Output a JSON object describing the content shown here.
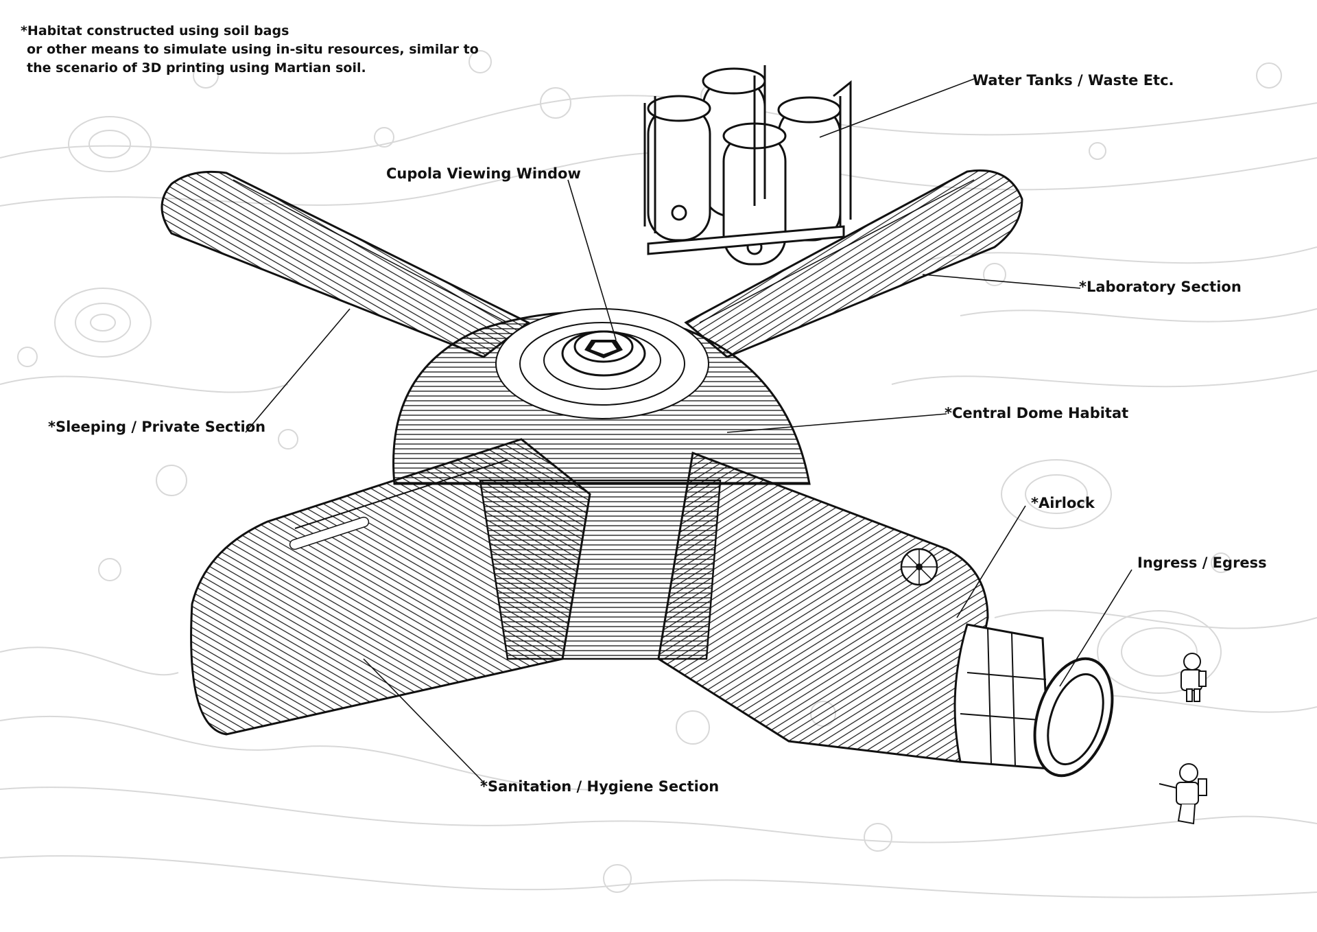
{
  "note": {
    "line1": "*Habitat constructed using soil bags",
    "line2": "or other means to simulate using in-situ resources, similar to",
    "line3": "the scenario of 3D printing using Martian soil."
  },
  "labels": {
    "water_tanks": "Water Tanks / Waste Etc.",
    "cupola": "Cupola Viewing Window",
    "laboratory": "*Laboratory Section",
    "sleeping": "*Sleeping / Private Section",
    "central_dome": "*Central Dome Habitat",
    "airlock": "*Airlock",
    "ingress": "Ingress / Egress",
    "sanitation": "*Sanitation / Hygiene Section"
  },
  "colors": {
    "ink": "#111111",
    "topo": "#d8d8d8",
    "background": "#ffffff"
  },
  "icons": [
    "astronaut-icon",
    "water-tank-icon",
    "cupola-window-icon",
    "airlock-hatch-icon"
  ]
}
